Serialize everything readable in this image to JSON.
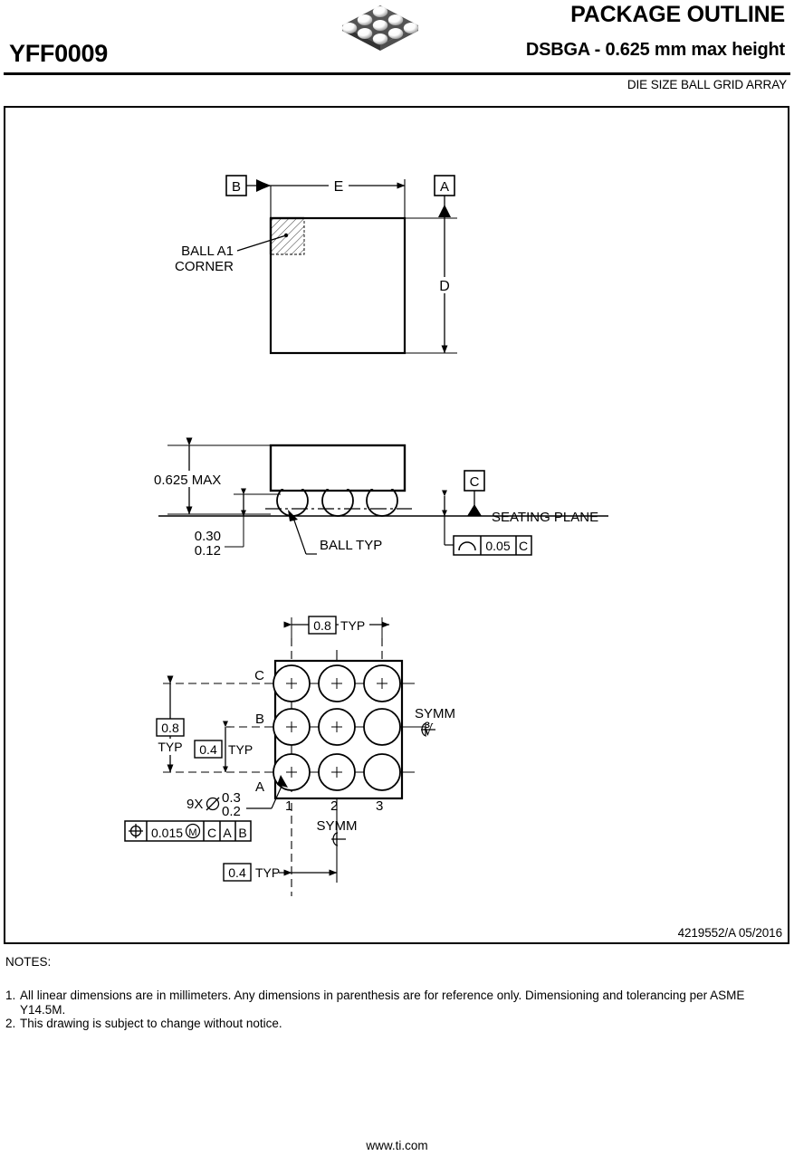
{
  "header": {
    "part_number": "YFF0009",
    "title_main": "PACKAGE OUTLINE",
    "title_sub": "DSBGA - 0.625 mm max height",
    "subtitle_array": "DIE SIZE BALL GRID ARRAY",
    "logo_icon": "bga-package-icon"
  },
  "drawing": {
    "number": "4219552/A   05/2016",
    "top_view": {
      "datum_b": "B",
      "datum_a": "A",
      "dim_e": "E",
      "dim_d": "D",
      "ball_a1_line1": "BALL A1",
      "ball_a1_line2": "CORNER"
    },
    "side_view": {
      "height_max": "0.625 MAX",
      "ball_height_upper": "0.30",
      "ball_height_lower": "0.12",
      "ball_typ": "BALL TYP",
      "datum_c": "C",
      "seating_plane": "SEATING PLANE",
      "fcf_value": "0.05",
      "fcf_datum": "C",
      "fcf_symbol": "profile-of-a-surface-icon"
    },
    "bottom_view": {
      "pitch_x_value": "0.8",
      "pitch_x_label": "TYP",
      "pitch_y_value": "0.8",
      "pitch_y_label": "TYP",
      "offset_y_value": "0.4",
      "offset_y_label": "TYP",
      "offset_x_value": "0.4",
      "offset_x_label": "TYP",
      "row_labels": [
        "C",
        "B",
        "A"
      ],
      "col_labels": [
        "1",
        "2",
        "3"
      ],
      "symm_right_label": "SYMM",
      "symm_bottom_label": "SYMM",
      "centerline_glyph": "centerline-icon",
      "ball_count": "9X",
      "ball_dia_symbol": "diameter-icon",
      "ball_dia_upper": "0.3",
      "ball_dia_lower": "0.2",
      "position_fcf": {
        "symbol": "true-position-icon",
        "tolerance": "0.015",
        "modifier": "M",
        "datums": [
          "C",
          "A",
          "B"
        ]
      }
    }
  },
  "notes": {
    "heading": "NOTES:",
    "items": [
      {
        "num": "1.",
        "text": "All linear dimensions are in millimeters. Any dimensions in parenthesis are for reference only. Dimensioning and tolerancing per ASME Y14.5M."
      },
      {
        "num": "2.",
        "text": "This drawing is subject to change without notice."
      }
    ]
  },
  "footer": {
    "url": "www.ti.com"
  },
  "colors": {
    "line": "#000000",
    "background": "#ffffff",
    "logo_dark": "#4a4a4a",
    "logo_darker": "#333333",
    "logo_ball": "#ffffff"
  }
}
